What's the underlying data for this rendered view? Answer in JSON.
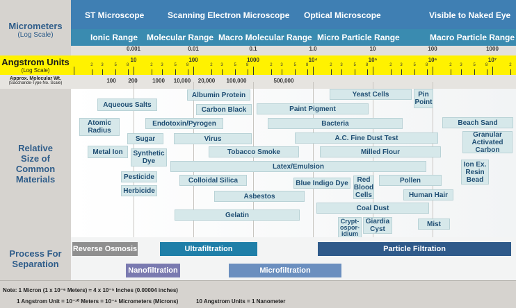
{
  "left_labels": {
    "micrometers": "Micrometers",
    "micrometers_sub": "(Log Scale)",
    "angstrom": "Angstrom Units",
    "angstrom_sub": "(Log Scale)",
    "mol_wt": "Approx. Molecular Wt.",
    "mol_wt_sub": "(Saccharide-Type No. Scale)",
    "relative_1": "Relative",
    "relative_2": "Size of",
    "relative_3": "Common",
    "relative_4": "Materials",
    "process_1": "Process For",
    "process_2": "Separation"
  },
  "microscopes": [
    "ST Microscope",
    "Scanning Electron Microscope",
    "Optical Microscope",
    "Visible to Naked Eye"
  ],
  "ranges": [
    "Ionic Range",
    "Molecular Range",
    "Macro Molecular Range",
    "Micro Particle Range",
    "Macro Particle Range"
  ],
  "micrometer_ticks": [
    "0.001",
    "0.01",
    "0.1",
    "1.0",
    "10",
    "100",
    "1000"
  ],
  "angstrom_majors": [
    "10",
    "100",
    "1000",
    "10⁴",
    "10⁵",
    "10⁶",
    "10⁷"
  ],
  "molecular_weights": [
    "100",
    "200",
    "1000",
    "10,000",
    "20,000",
    "100,000",
    "500,000"
  ],
  "materials": {
    "aqueous_salts": "Aqueous Salts",
    "atomic_radius": "Atomic Radius",
    "metal_ion": "Metal Ion",
    "sugar": "Sugar",
    "synthetic_dye": "Synthetic Dye",
    "pesticide": "Pesticide",
    "herbicide": "Herbicide",
    "albumin_protein": "Albumin Protein",
    "carbon_black": "Carbon Black",
    "endotoxin": "Endotoxin/Pyrogen",
    "virus": "Virus",
    "tobacco_smoke": "Tobacco Smoke",
    "latex_emulsion": "Latex/Emulsion",
    "colloidal_silica": "Colloidal Silica",
    "asbestos": "Asbestos",
    "gelatin": "Gelatin",
    "paint_pigment": "Paint Pigment",
    "yeast_cells": "Yeast Cells",
    "pin_point": "Pin Point",
    "bacteria": "Bacteria",
    "ac_fine_dust": "A.C. Fine Dust Test",
    "milled_flour": "Milled Flour",
    "blue_indigo_dye": "Blue Indigo Dye",
    "red_blood_cells": "Red Blood Cells",
    "pollen": "Pollen",
    "human_hair": "Human Hair",
    "coal_dust": "Coal Dust",
    "cryptosporidium": "Crypt- ospor- idium",
    "giardia_cyst": "Giardia Cyst",
    "mist": "Mist",
    "beach_sand": "Beach Sand",
    "granular_carbon": "Granular Activated Carbon",
    "ion_ex_resin": "Ion Ex. Resin Bead"
  },
  "processes": {
    "reverse_osmosis": "Reverse Osmosis",
    "ultrafiltration": "Ultrafiltration",
    "particle_filtration": "Particle Filtration",
    "nanofiltration": "Nanofiltration",
    "microfiltration": "Microfiltration"
  },
  "notes": {
    "note1": "Note: 1 Micron (1 x 10⁻⁶ Meters) ≈ 4 x 10⁻⁵ Inches (0.00004 inches)",
    "note2": "1 Angstrom Unit = 10⁻¹⁰ Meters = 10⁻⁴ Micrometers (Microns)",
    "note3": "10 Angstrom Units = 1 Nanometer"
  },
  "colors": {
    "header_blue": "#3f7fb3",
    "range_teal": "#3a8bb0",
    "angstrom_yellow": "#fff200",
    "ultrafiltration": "#1f7fa8",
    "particle_filtration": "#2f5a8a",
    "reverse_osmosis": "#8f8f8f",
    "nanofiltration": "#7a7ab0",
    "microfiltration": "#6b8fbf"
  }
}
